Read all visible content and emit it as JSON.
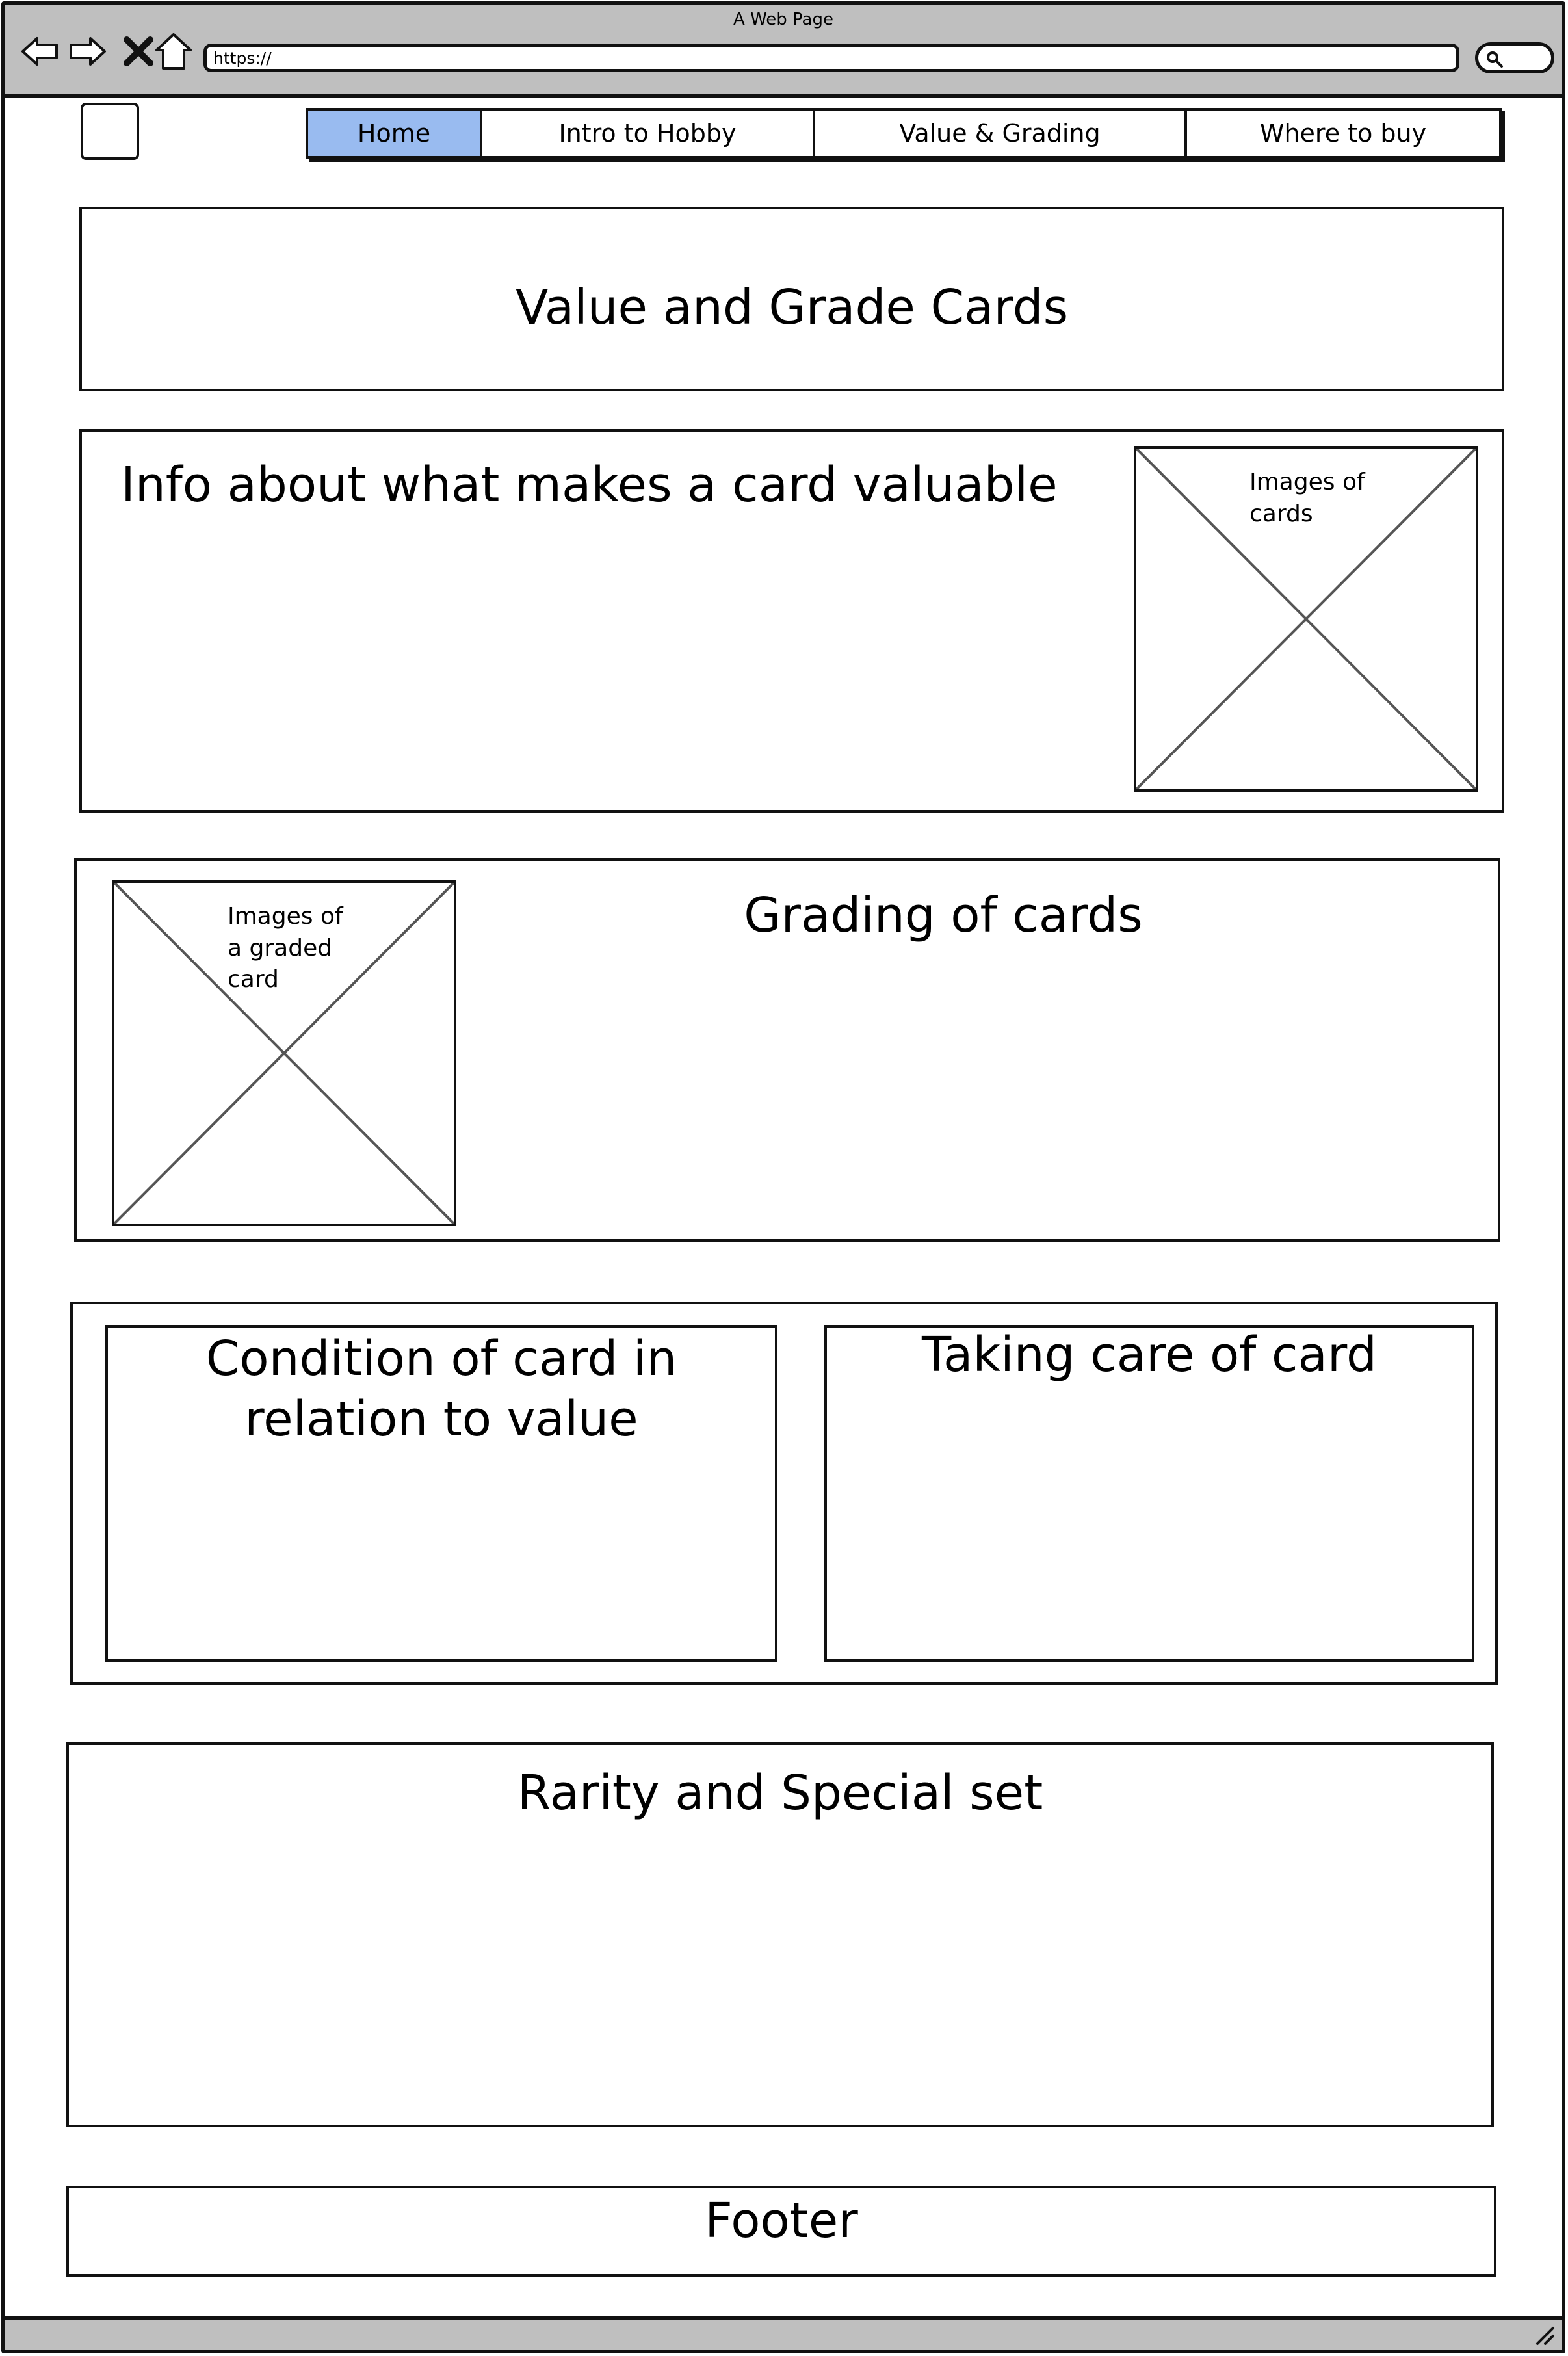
{
  "browser": {
    "window_title": "A Web Page",
    "url": "https://",
    "icons": [
      "back-arrow-icon",
      "forward-arrow-icon",
      "close-icon",
      "home-icon",
      "search-icon",
      "resize-grip-icon"
    ]
  },
  "nav": {
    "tabs": [
      {
        "label": "Home",
        "active": true
      },
      {
        "label": "Intro to Hobby",
        "active": false
      },
      {
        "label": "Value & Grading",
        "active": false
      },
      {
        "label": "Where to buy",
        "active": false
      }
    ],
    "active_color": "#99bbf0"
  },
  "hero": {
    "title": "Value and Grade Cards"
  },
  "value_info": {
    "title": "Info about what makes a card valuable",
    "image_label": "Images of\ncards"
  },
  "grading": {
    "title": "Grading of cards",
    "image_label": "Images of\na graded\ncard"
  },
  "condition": {
    "title": "Condition of card in relation to value"
  },
  "care": {
    "title": "Taking care of card"
  },
  "rarity": {
    "title": "Rarity and Special set"
  },
  "footer": {
    "title": "Footer"
  }
}
